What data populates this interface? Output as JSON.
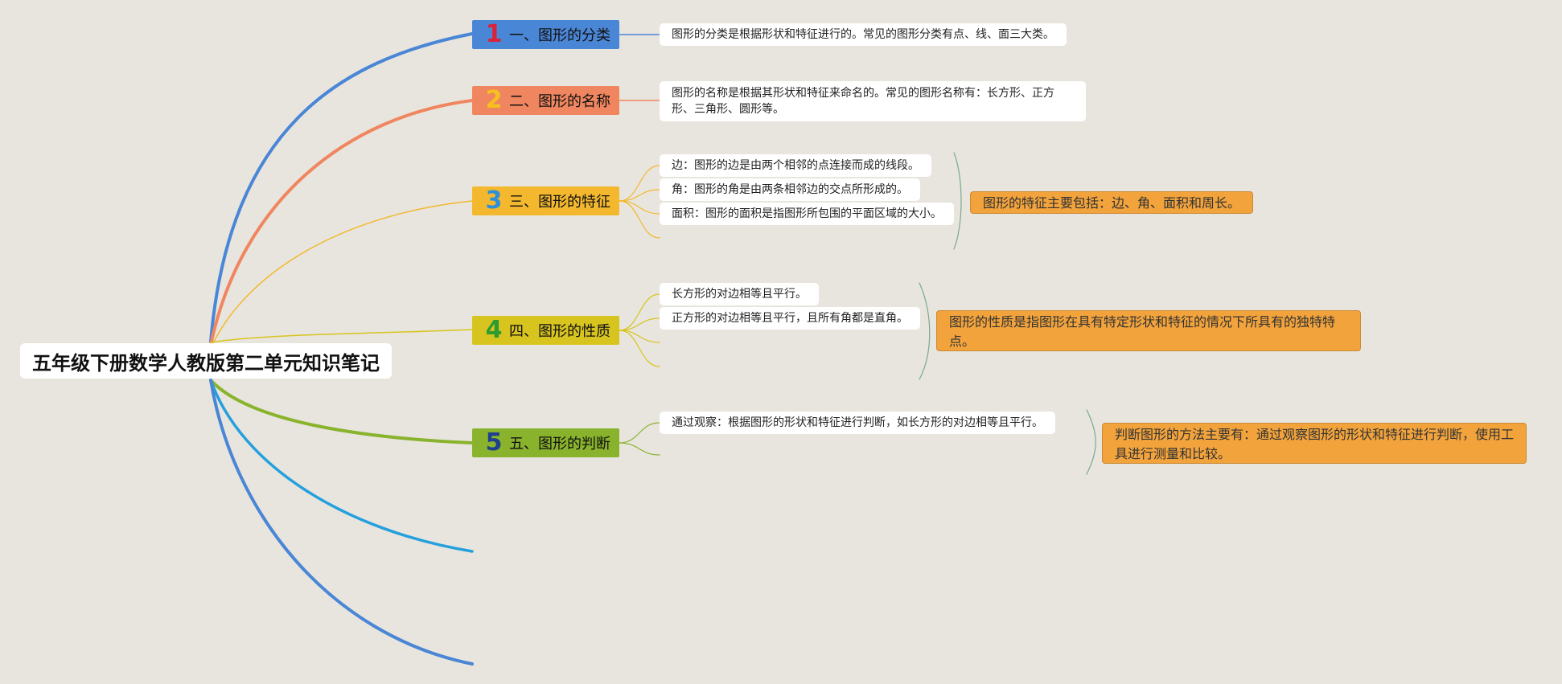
{
  "root": {
    "title": "五年级下册数学人教版第二单元知识笔记"
  },
  "branches": [
    {
      "number": "1",
      "label": "一、图形的分类",
      "color": "#4a86d6",
      "number_color": "#d8233b"
    },
    {
      "number": "2",
      "label": "二、图形的名称",
      "color": "#f0865f",
      "number_color": "#f5c11f"
    },
    {
      "number": "3",
      "label": "三、图形的特征",
      "color": "#f3b82e",
      "number_color": "#2f8fd8"
    },
    {
      "number": "4",
      "label": "四、图形的性质",
      "color": "#d8c41f",
      "number_color": "#2f9a2f"
    },
    {
      "number": "5",
      "label": "五、图形的判断",
      "color": "#89b32c",
      "number_color": "#1f3f8f"
    }
  ],
  "extra_branch_colors": [
    "#25a0dd",
    "#4a86d6"
  ],
  "notes": {
    "classification": "图形的分类是根据形状和特征进行的。常见的图形分类有点、线、面三大类。",
    "naming": "图形的名称是根据其形状和特征来命名的。常见的图形名称有：长方形、正方形、三角形、圆形等。",
    "features": [
      "边：图形的边是由两个相邻的点连接而成的线段。",
      "角：图形的角是由两条相邻边的交点所形成的。",
      "面积：图形的面积是指图形所包围的平面区域的大小。"
    ],
    "properties": [
      "长方形的对边相等且平行。",
      "正方形的对边相等且平行，且所有角都是直角。"
    ],
    "judgement": "通过观察：根据图形的形状和特征进行判断，如长方形的对边相等且平行。"
  },
  "summaries": {
    "features": "图形的特征主要包括：边、角、面积和周长。",
    "properties": "图形的性质是指图形在具有特定形状和特征的情况下所具有的独特特点。",
    "judgement": "判断图形的方法主要有：通过观察图形的形状和特征进行判断，使用工具进行测量和比较。"
  },
  "summary_color": "#f2a33c"
}
